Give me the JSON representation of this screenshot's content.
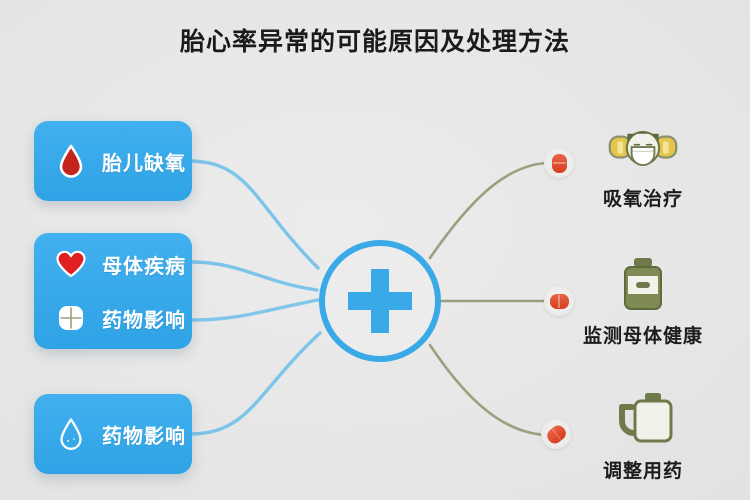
{
  "page": {
    "title": "胎心率异常的可能原因及处理方法",
    "background_color": "#e7e7e7",
    "accent_blue": "#2fa3e6",
    "accent_olive": "#8c9171",
    "accent_red": "#d93c1c"
  },
  "hub": {
    "icon": "plus-cross-icon",
    "color": "#3aa9e8"
  },
  "causes": [
    {
      "id": "card-1",
      "items": [
        {
          "label": "胎儿缺氧",
          "icon": "blood-drop-icon",
          "icon_color": "#c4241c"
        }
      ]
    },
    {
      "id": "card-2",
      "items": [
        {
          "label": "母体疾病",
          "icon": "heart-icon",
          "icon_color": "#e02020"
        },
        {
          "label": "药物影响",
          "icon": "tablet-pill-icon",
          "icon_color": "#ffffff"
        }
      ]
    },
    {
      "id": "card-3",
      "items": [
        {
          "label": "药物影响",
          "icon": "water-drop-outline-icon",
          "icon_color": "#ffffff"
        }
      ]
    }
  ],
  "treatments": [
    {
      "id": "treat-1",
      "label": "吸氧治疗",
      "icon": "oxygen-mask-icon",
      "node_icon": "capsule-pill-icon"
    },
    {
      "id": "treat-2",
      "label": "监测母体健康",
      "icon": "medicine-bottle-icon",
      "node_icon": "capsule-pill-icon"
    },
    {
      "id": "treat-3",
      "label": "调整用药",
      "icon": "pill-jar-icon",
      "node_icon": "capsule-pill-icon"
    }
  ]
}
